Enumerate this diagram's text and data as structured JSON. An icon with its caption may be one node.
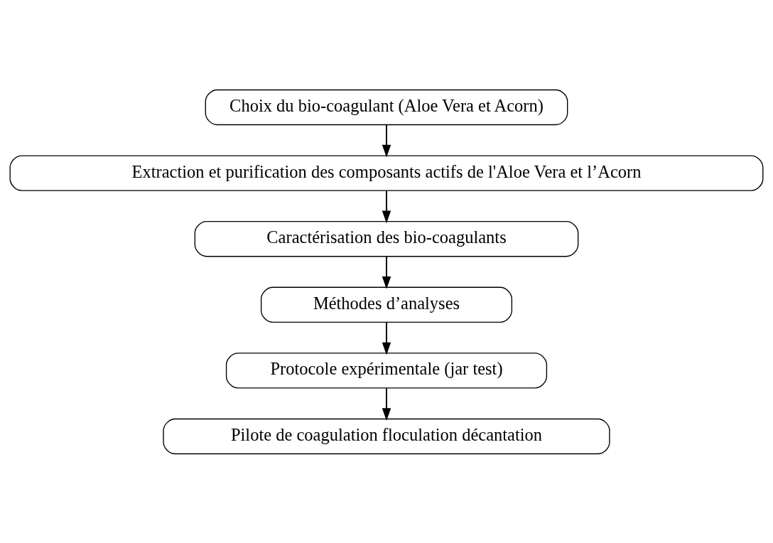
{
  "diagram": {
    "nodes": [
      {
        "text": [
          "Choix du bio-coagulant (Aloe Vera et Acorn)"
        ]
      },
      {
        "text": [
          "Extraction et purification des composants actifs de l'Aloe Vera et l’Acorn"
        ]
      },
      {
        "text": [
          "Caractérisation des bio-coagulants"
        ]
      },
      {
        "text": [
          "Méthodes d’analyses"
        ]
      },
      {
        "text": [
          "Protocole expérimentale (jar test)"
        ]
      },
      {
        "text": [
          "Pilote de coagulation floculation décantation"
        ]
      }
    ],
    "edges": [
      {
        "from": 0,
        "to": 1,
        "arrow": "to"
      },
      {
        "from": 1,
        "to": 2,
        "arrow": "to"
      },
      {
        "from": 2,
        "to": 3,
        "arrow": "to"
      },
      {
        "from": 3,
        "to": 4,
        "arrow": "to"
      },
      {
        "from": 4,
        "to": 5,
        "arrow": "to"
      }
    ]
  }
}
